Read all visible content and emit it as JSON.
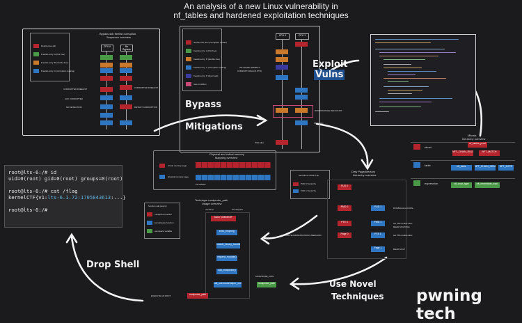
{
  "title": {
    "line1": "An analysis of a new Linux vulnerability in",
    "line2": "nf_tables and hardened exploitation techniques"
  },
  "labels": {
    "bypass": "Bypass",
    "mitigations": "Mitigations",
    "exploit": "Exploit",
    "vulns": "Vulns",
    "drop_shell": "Drop Shell",
    "use_novel": "Use Novel",
    "techniques": "Techniques",
    "brand": "pwning tech"
  },
  "terminal": {
    "line1": "root@lts-6:/# id",
    "line2": "uid=0(root) gid=0(root) groups=0(root)",
    "line3": "root@lts-6:/# cat /flag",
    "line4_prefix": "kernelCTF{v1:",
    "line4_highlight": "lts-6.1.72:1705843613",
    "line4_suffix": ":...}",
    "line5": "root@lts-6:/#"
  },
  "panels": {
    "double_free": {
      "title": "Bypass skb freelist corruption",
      "subtitle": "Sequence overview",
      "legend": [
        "Double-free skb",
        "Freelist entry: A (first free)",
        "Freelist entry: B (double free)",
        "Freelist entry: C (corruption reading)"
      ],
      "col1": "CPU 0",
      "col2": "No Bypass",
      "notes": [
        "CORRUPTED FREELIST",
        "ACK CORRUPTED",
        "NO DETECTION",
        "CORRUPTED FREELIST",
        "DETECT CORRUPTION"
      ]
    },
    "cpu_race": {
      "legend": [
        "double-free skb (incomplete update)",
        "freelist entry: A (first free)",
        "freelist entry: B (double free)",
        "freelist entry: C (corruption reading)",
        "freelist entry: D (final read)",
        "race condition"
      ],
      "col1": "CPU 0",
      "col2": "CPU 1",
      "notes": [
        "GET PAGE ORDER 0",
        "CORRUPT PAGE (0 PTR)",
        "WINDOW PAGE REFCOUNT",
        "PMD alloc",
        "PUD alloc"
      ]
    },
    "memory_map": {
      "title": "Physical and virtual memory",
      "subtitle": "Mapping overview",
      "legend": [
        "virtual memory page",
        "physical memory page"
      ],
      "note": "PHYSMAP"
    },
    "dirty_pagedirectory": {
      "title": "Dirty Pagedirectory",
      "subtitle": "hierarchy overview",
      "legend": [
        "userframe virtual PTE",
        "PUD 0 hierarchy",
        "PUD 1 hierarchy"
      ],
      "nodes": [
        "PUD 0",
        "PMD 0",
        "PTE 0",
        "Page 0",
        "PUD 1",
        "PMD 1",
        "PTE 1",
        "Page 1"
      ],
      "notes": [
        "DOUBLE ALLOCATE",
        "set PTE double alloc",
        "READ MULTIPLE",
        "set PTE double alloc",
        "READ MULT",
        "WRITE ADDRESS FROM USERLAND"
      ]
    },
    "hierarchy": {
      "title": "Mitosis",
      "subtitle": "hierarchy overview",
      "rows": [
        "struct",
        "table",
        "expression"
      ],
      "nodes": [
        "nf_tables_prod",
        "NFT_CHAIN_RULE",
        "NFT_MATCH",
        "nft_table",
        "NFT_CHAIN_HEAD",
        "NFT_EXPR",
        "nft_expr_type",
        "nft_immediate_expr"
      ]
    },
    "technique": {
      "title": "Technique modprobe_path",
      "subtitle": "Usage overview",
      "legend": [
        "function call (async)",
        "modprobe function",
        "kernelspace function",
        "userspace variable"
      ],
      "cols": [
        "userland",
        "kernelspace"
      ],
      "nodes": [
        "bash \"x0ff\\xff\\xff\"",
        "exec_binprm()",
        "search_binary_handler()",
        "request_module()",
        "call_modprobe()",
        "call_usermodehelper_exec()",
        "modprobe_path"
      ],
      "notes": [
        "EXECUTE AS ROOT",
        "MODPROBE_PATH",
        "modprobe_path"
      ]
    }
  },
  "colors": {
    "background": "#1b1b1d",
    "red": "#b4252d",
    "green": "#4b9a48",
    "blue": "#2e76c2",
    "orange": "#c9782c",
    "purple": "#3b3a9e",
    "pink": "#c94a76",
    "brand_highlight": "#1e4f8f"
  }
}
